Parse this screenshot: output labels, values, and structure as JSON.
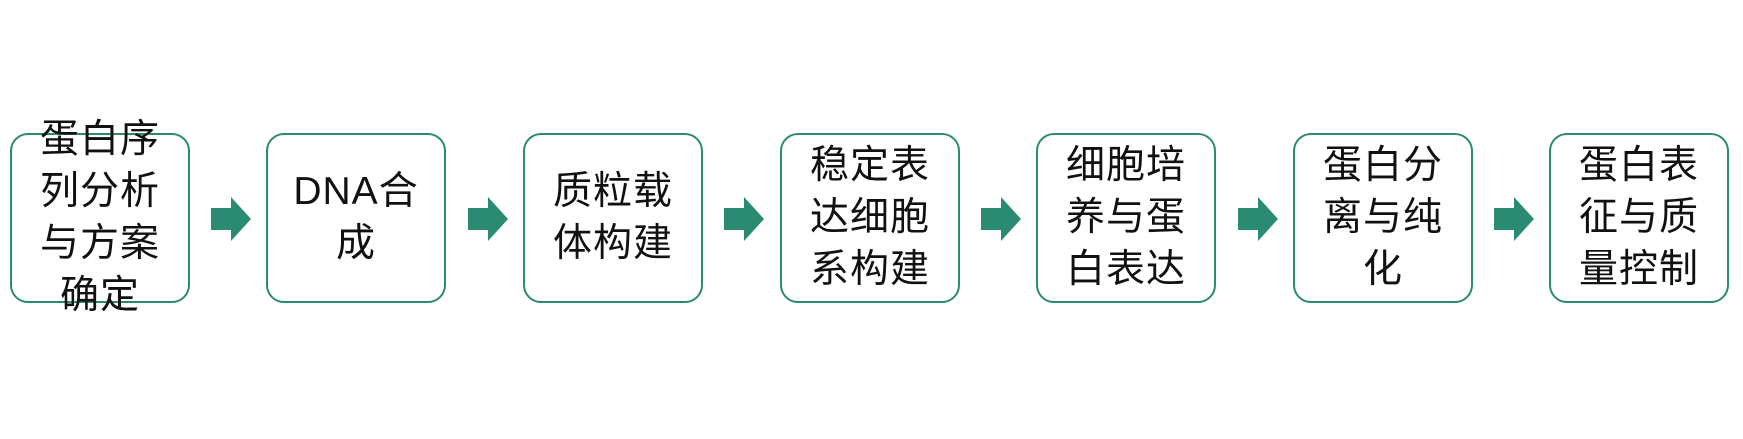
{
  "steps": [
    {
      "label": "蛋白序列分析与方案确定"
    },
    {
      "label": "DNA合成"
    },
    {
      "label": "质粒载体构建"
    },
    {
      "label": "稳定表达细胞系构建"
    },
    {
      "label": "细胞培养与蛋白表达"
    },
    {
      "label": "蛋白分离与纯化"
    },
    {
      "label": "蛋白表征与质量控制"
    }
  ],
  "colors": {
    "accent": "#2b8a72",
    "text": "#111111"
  }
}
